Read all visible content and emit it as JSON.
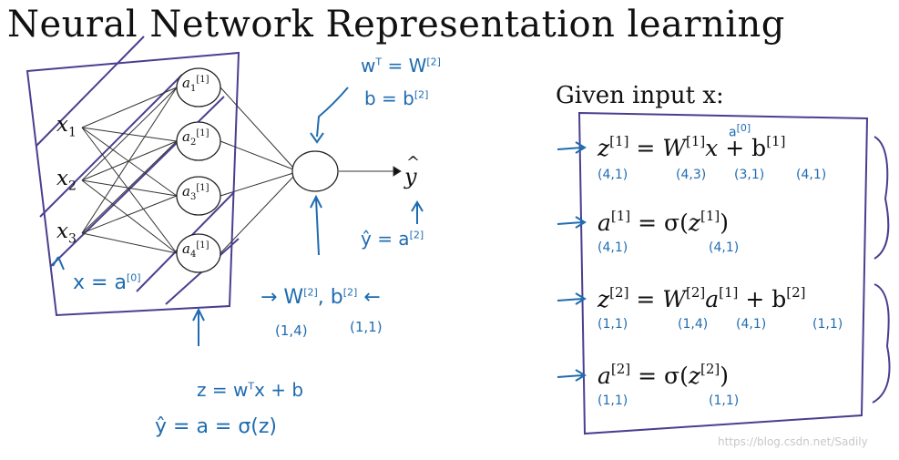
{
  "title": "Neural Network Representation learning",
  "given": "Given input x:",
  "inputs": [
    "x",
    "x",
    "x"
  ],
  "input_subs": [
    "1",
    "2",
    "3"
  ],
  "hidden": [
    {
      "base": "a",
      "sup": "[1]",
      "sub": "1"
    },
    {
      "base": "a",
      "sup": "[1]",
      "sub": "2"
    },
    {
      "base": "a",
      "sup": "[1]",
      "sub": "3"
    },
    {
      "base": "a",
      "sup": "[1]",
      "sub": "4"
    }
  ],
  "output": {
    "base": "y"
  },
  "handwritten": {
    "x_eq_a0": "x = a",
    "x_eq_a0_sup": "[0]",
    "wt_eq_w2": "w",
    "wt_sup": "T",
    "wt_rhs": "= W",
    "wt_rhs_sup": "[2]",
    "b_eq_b2": "b = b",
    "b_sup": "[2]",
    "yhat_eq_a2": "ŷ = a",
    "yhat_sup": "[2]",
    "w2b2": "→ W",
    "w2_sup": "[2]",
    "w2b2_mid": ", b",
    "b2_sup": "[2]",
    "w2b2_end": "←",
    "w2_dim": "(1,4)",
    "b2_dim": "(1,1)",
    "z_eq": "z = w",
    "z_eq_sup": "T",
    "z_eq_end": "x + b",
    "yhat_sigma": "ŷ = a = σ(z)",
    "a0_over_x": "a",
    "a0_over_x_sup": "[0]"
  },
  "equations": [
    {
      "lhs": "z",
      "lhs_sup": "[1]",
      "op": " = ",
      "t1": "W",
      "t1_sup": "[1]",
      "t2": "x",
      "t3": " + b",
      "t3_sup": "[1]"
    },
    {
      "lhs": "a",
      "lhs_sup": "[1]",
      "op": " = σ(",
      "t1": "z",
      "t1_sup": "[1]",
      "end": ")"
    },
    {
      "lhs": "z",
      "lhs_sup": "[2]",
      "op": " = ",
      "t1": "W",
      "t1_sup": "[2]",
      "t2": "a",
      "t2_sup": "[1]",
      "t3": " + b",
      "t3_sup": "[2]"
    },
    {
      "lhs": "a",
      "lhs_sup": "[2]",
      "op": " = σ(",
      "t1": "z",
      "t1_sup": "[2]",
      "end": ")"
    }
  ],
  "dims": {
    "eq1": [
      "(4,1)",
      "(4,3)",
      "(3,1)",
      "(4,1)"
    ],
    "eq2": [
      "(4,1)",
      "(4,1)"
    ],
    "eq3": [
      "(1,1)",
      "(1,4)",
      "(4,1)",
      "(1,1)"
    ],
    "eq4": [
      "(1,1)",
      "(1,1)"
    ]
  },
  "watermark": "https://blog.csdn.net/Sadily",
  "colors": {
    "ink": "#111111",
    "pen": "#1f6cb0",
    "box": "#4a3f8f"
  }
}
